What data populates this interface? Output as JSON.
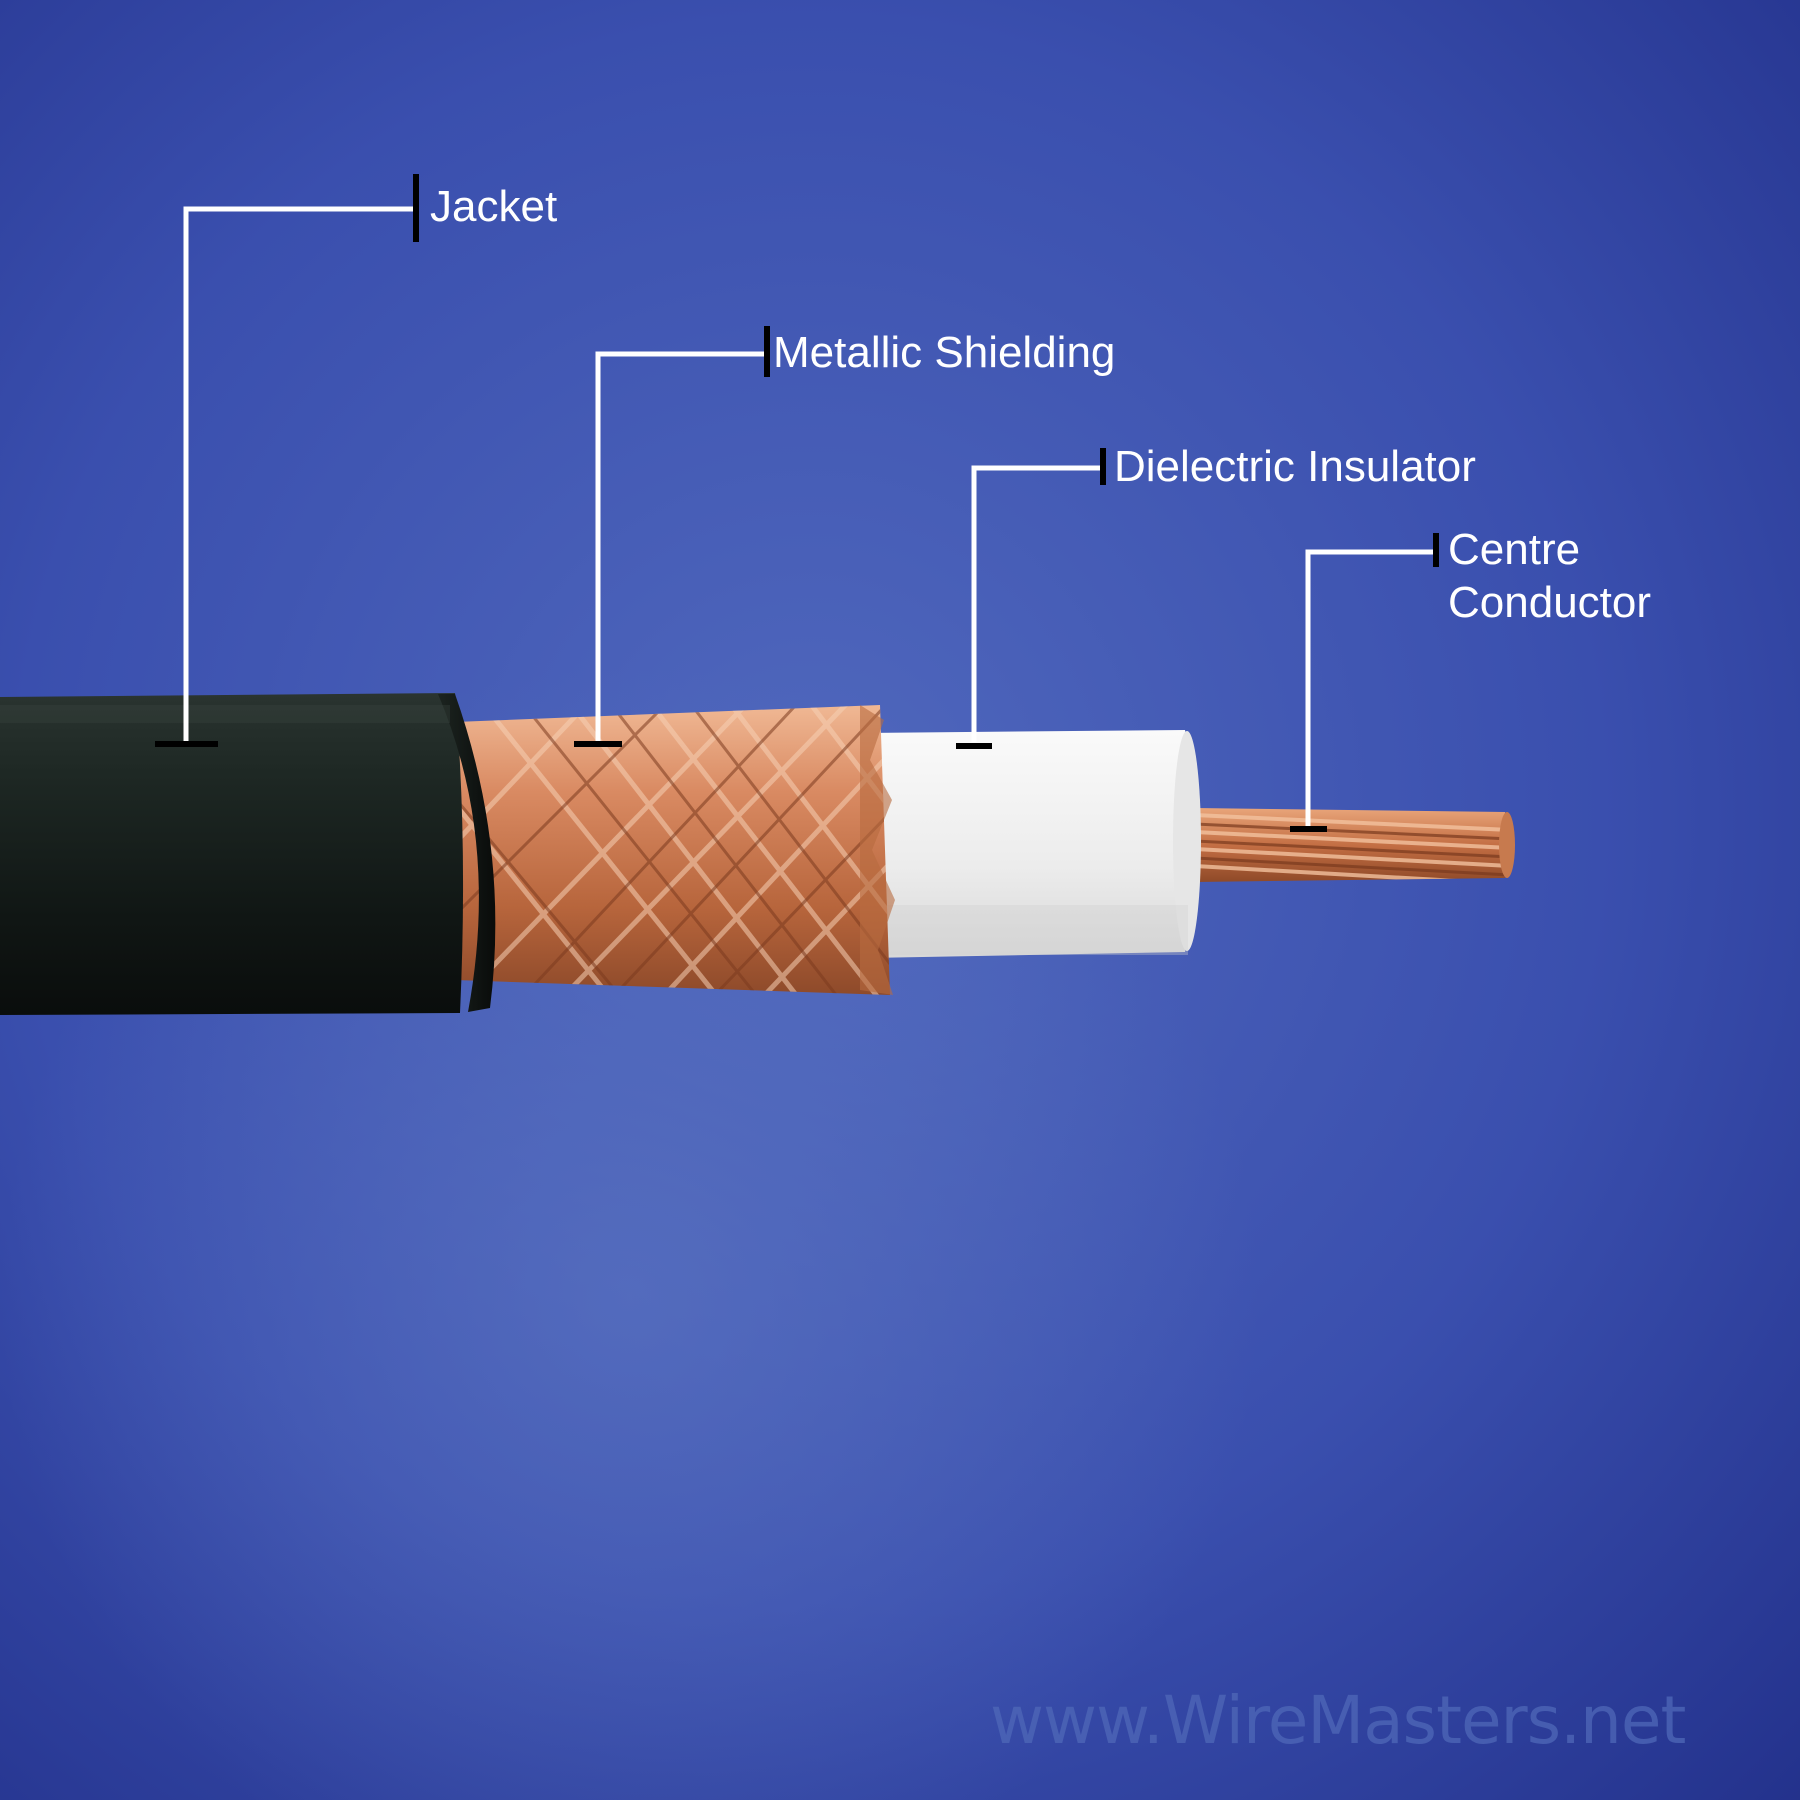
{
  "diagram": {
    "labels": {
      "jacket": "Jacket",
      "shielding": "Metallic Shielding",
      "dielectric": "Dielectric Insulator",
      "conductor_line1": "Centre",
      "conductor_line2": "Conductor"
    },
    "watermark": "www.WireMasters.net",
    "colors": {
      "background": "#3349a8",
      "jacket": "#151c18",
      "copper": "#c8764e",
      "dielectric": "#f1f1f1",
      "leader_line": "#ffffff",
      "leader_tick": "#000000"
    }
  }
}
